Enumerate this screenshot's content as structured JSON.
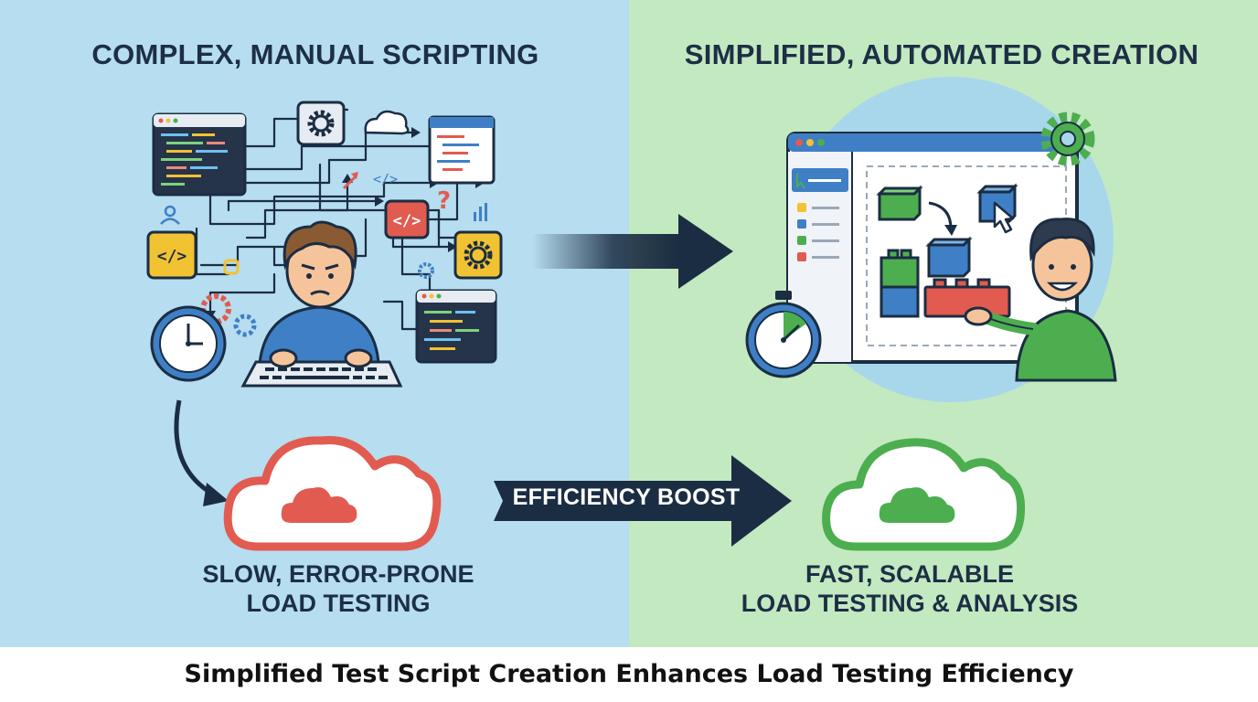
{
  "left_panel": {
    "heading": "COMPLEX, MANUAL SCRIPTING",
    "outcome_line1": "SLOW, ERROR-PRONE",
    "outcome_line2": "LOAD TESTING",
    "background": "#b6ddf0"
  },
  "right_panel": {
    "heading": "SIMPLIFIED, AUTOMATED CREATION",
    "outcome_line1": "FAST, SCALABLE",
    "outcome_line2": "LOAD TESTING & ANALYSIS",
    "background": "#c3e9c1"
  },
  "boost_arrow": {
    "label": "EFFICIENCY BOOST",
    "color": "#1b2d42"
  },
  "caption": {
    "text": "Simplified Test Script Creation Enhances Load Testing Efficiency"
  },
  "colors": {
    "dark": "#1b2d42",
    "error_red": "#e25b50",
    "success_green": "#4cae4f",
    "blue": "#3f7fc6"
  },
  "icons": [
    "code-window-icon",
    "gear-icon",
    "cloud-icon",
    "clock-icon",
    "stopwatch-icon",
    "keyboard-icon",
    "building-block-icon",
    "cursor-icon",
    "question-mark-icon"
  ]
}
